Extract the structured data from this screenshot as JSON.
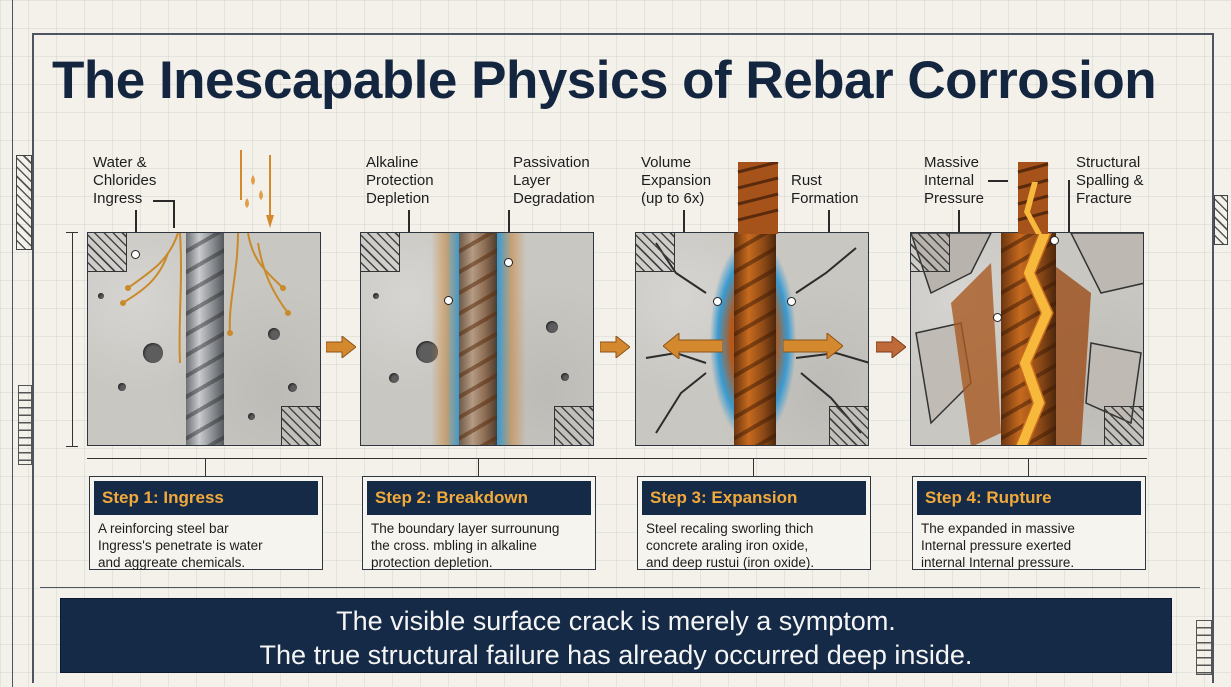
{
  "title": "The Inescapable Physics of Rebar Corrosion",
  "steps": [
    {
      "callouts": [
        "Water &\nChlorides\nIngress"
      ],
      "heading": "Step 1: Ingress",
      "text": "A reinforcing steel bar\nIngress's penetrate is water\nand aggreate chemicals."
    },
    {
      "callouts": [
        "Alkaline\nProtection\nDepletion",
        "Passivation\nLayer\nDegradation"
      ],
      "heading": "Step 2: Breakdown",
      "text": "The boundary layer surrounung\nthe cross. mbling in alkaline\nprotection depletion."
    },
    {
      "callouts": [
        "Volume\nExpansion\n(up to 6x)",
        "Rust\nFormation"
      ],
      "heading": "Step 3: Expansion",
      "text": "Steel recaling sworling thich\nconcrete araling iron oxide,\nand deep rustui (iron oxide)."
    },
    {
      "callouts": [
        "Massive\nInternal\nPressure",
        "Structural\nSpalling &\nFracture"
      ],
      "heading": "Step 4: Rupture",
      "text": "The expanded in massive\nInternal pressure exerted\ninternal Internal pressure."
    }
  ],
  "banner": {
    "line1": "The visible surface crack is merely a symptom.",
    "line2": "The true structural failure has already occurred deep inside."
  },
  "colors": {
    "navy": "#152a47",
    "accent_orange": "#f2a93b",
    "arrow_orange": "#d4892e",
    "rust": "#b5581a",
    "water_blue": "#3a9ad0"
  }
}
